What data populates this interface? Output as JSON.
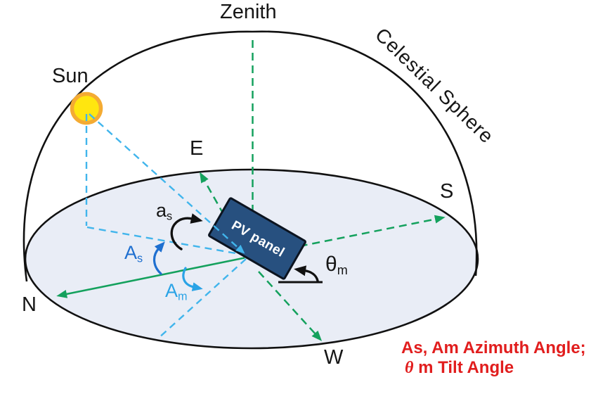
{
  "labels": {
    "zenith": "Zenith",
    "sun": "Sun",
    "celestial_sphere": "Celestial Sphere",
    "east": "E",
    "south": "S",
    "north": "N",
    "west": "W",
    "pv_panel": "PV panel"
  },
  "angles": {
    "sun_elevation": {
      "base": "a",
      "sub": "s"
    },
    "sun_azimuth": {
      "base": "A",
      "sub": "s"
    },
    "panel_azimuth": {
      "base": "A",
      "sub": "m"
    },
    "panel_tilt": {
      "base": "θ",
      "sub": "m"
    }
  },
  "legend": {
    "line1": "As, Am Azimuth Angle;",
    "line2_symbol": "θ",
    "line2_text": " m Tilt Angle"
  },
  "colors": {
    "ink": "#111111",
    "green": "#14a15d",
    "cyan": "#41b5ec",
    "blue": "#1e6fd0",
    "lightblue": "#29a3e6",
    "panel": "#27507f",
    "panel_border": "#0c1420",
    "sun": "#ffe60f",
    "sun_ring": "#f4ab33",
    "red": "#e11d1d",
    "disk": "#e9edf6"
  }
}
